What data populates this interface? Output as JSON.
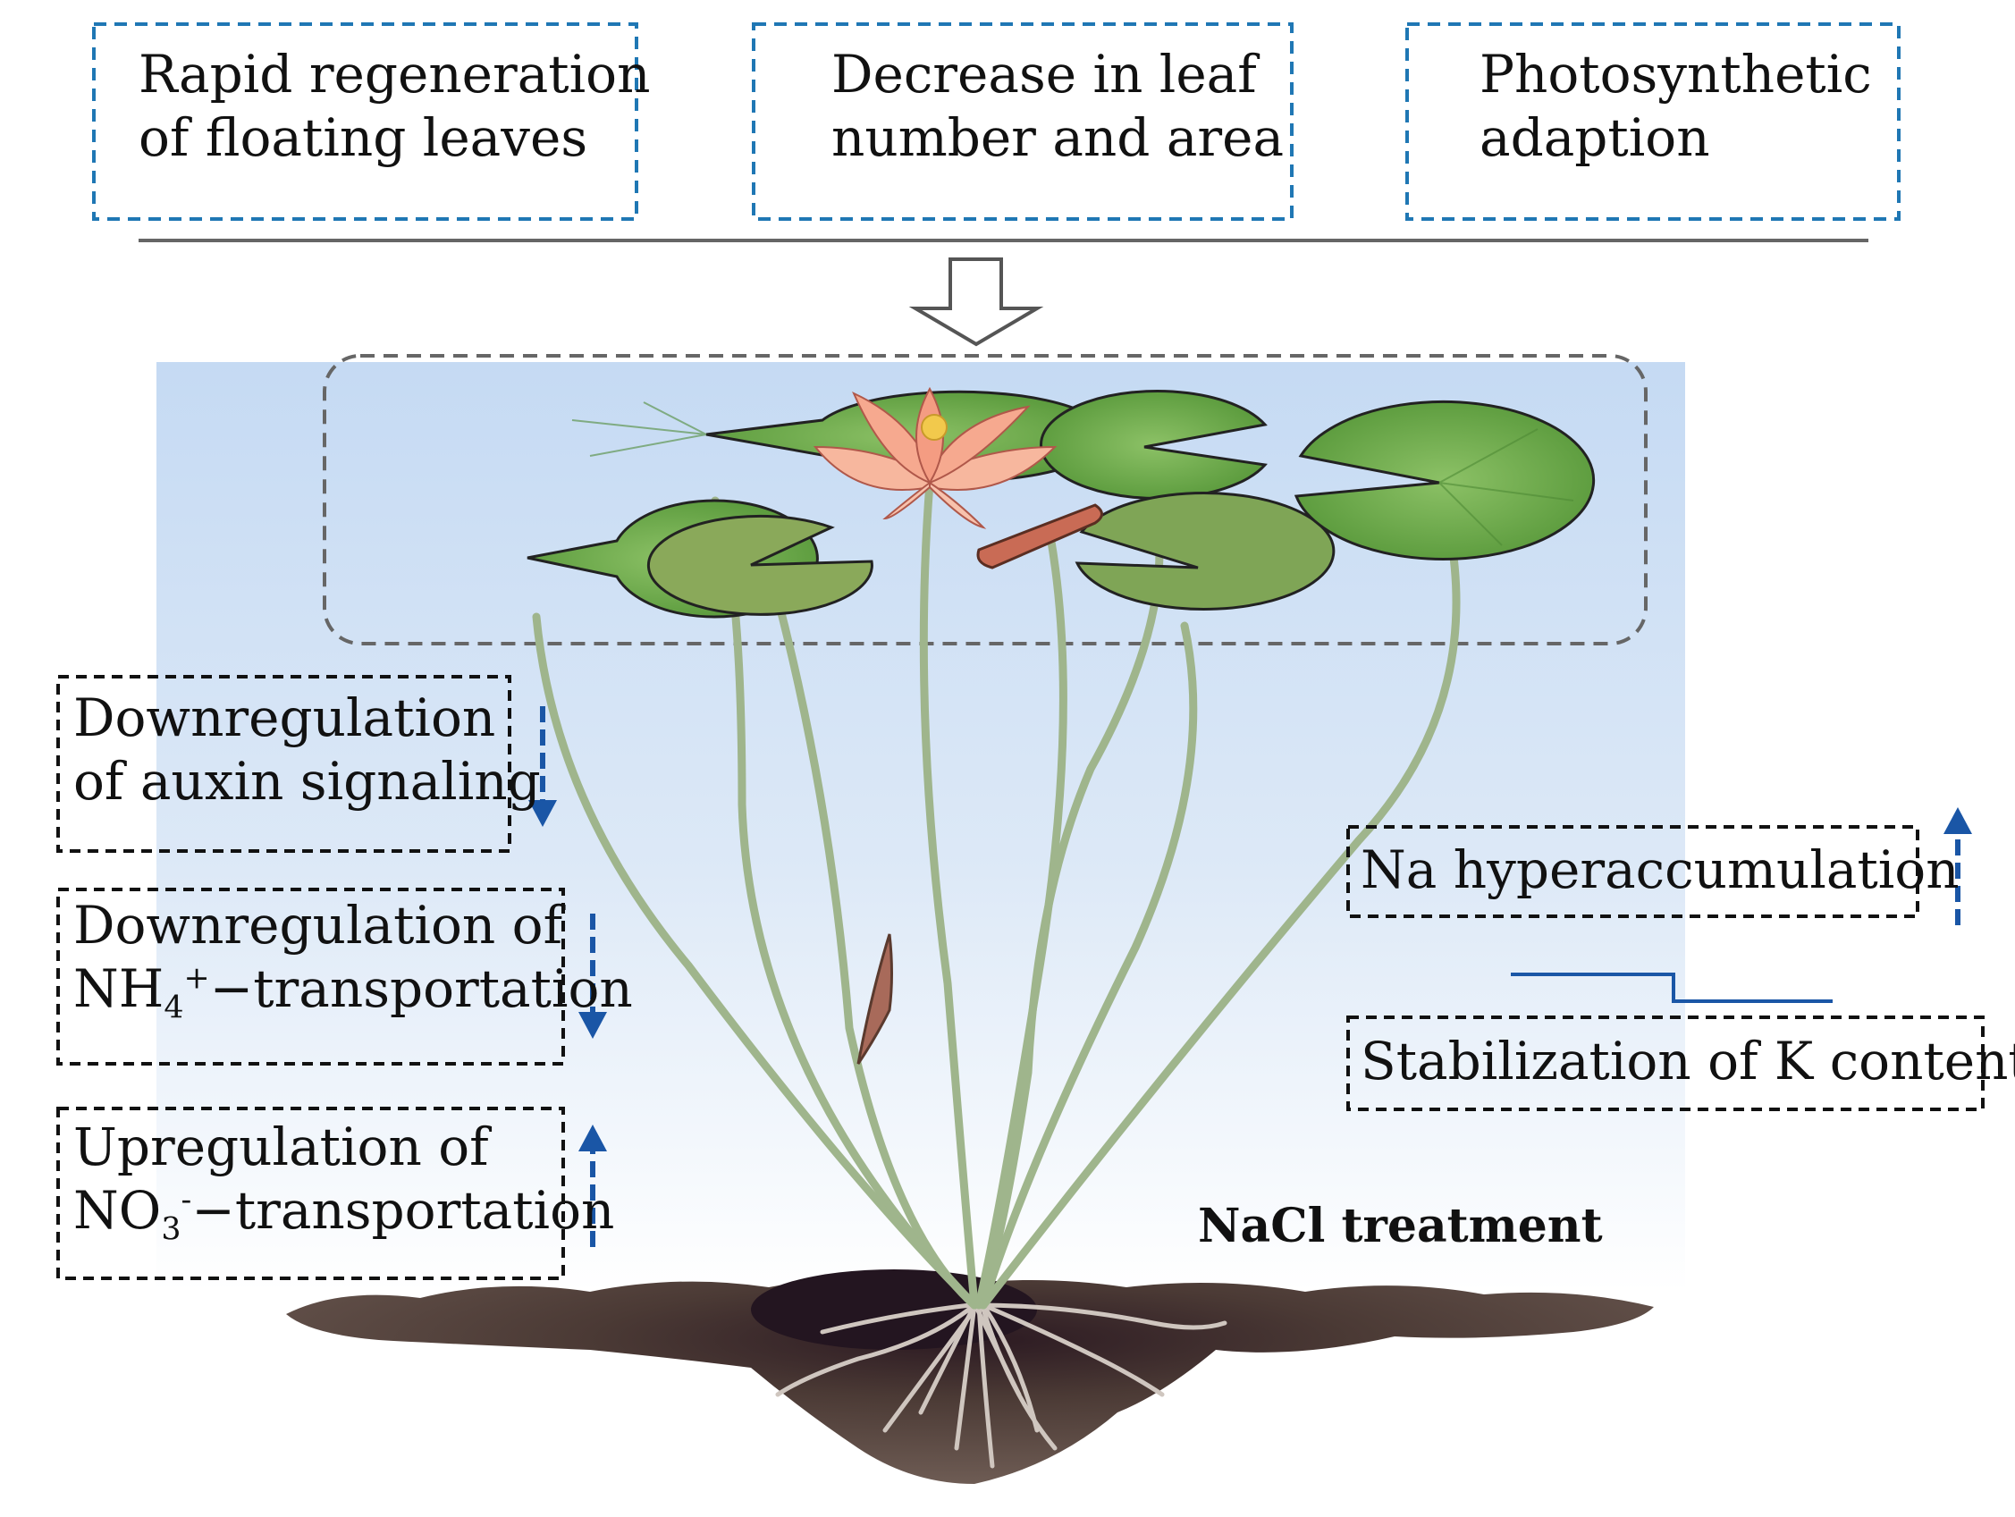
{
  "top_effects": [
    {
      "line1": "Rapid regeneration",
      "line2": "of floating leaves"
    },
    {
      "line1": "Decrease in leaf",
      "line2": "number and area"
    },
    {
      "line1": "Photosynthetic",
      "line2": "adaption"
    }
  ],
  "left_effects": [
    {
      "line1": "Downregulation",
      "line2": "of auxin signaling",
      "direction": "down"
    },
    {
      "line1": "Downregulation of",
      "line2_prefix": "NH",
      "line2_sub": "4",
      "line2_sup": "+",
      "line2_suffix": "−transportation",
      "direction": "down"
    },
    {
      "line1": "Upregulation of",
      "line2_prefix": "NO",
      "line2_sub": "3",
      "line2_sup": "-",
      "line2_suffix": "−transportation",
      "direction": "up"
    }
  ],
  "right_effects": [
    {
      "text": "Na hyperaccumulation",
      "direction": "up"
    },
    {
      "text": "Stabilization of  K content",
      "direction": "stable"
    }
  ],
  "treatment": "NaCl treatment",
  "colors": {
    "blue_dashed_border": "#1f77b4",
    "arrow_blue": "#1a56a6",
    "black_dashed_border": "#111111",
    "water": "#c9dcf2",
    "leaf": "#6aa84f",
    "flower": "#f4a58a",
    "soil": "#5a4a44"
  }
}
